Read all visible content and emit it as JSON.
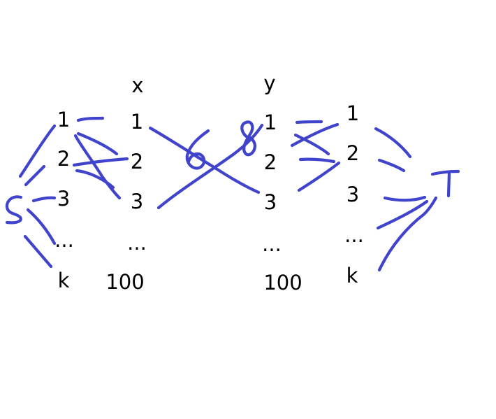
{
  "ink_color": "#4044cc",
  "headers": {
    "x": "x",
    "y": "y"
  },
  "columns": {
    "left_k": [
      "1",
      "2",
      "3",
      "...",
      "k"
    ],
    "x": [
      "1",
      "2",
      "3",
      "...",
      "100"
    ],
    "y": [
      "1",
      "2",
      "3",
      "...",
      "100"
    ],
    "right_k": [
      "1",
      "2",
      "3",
      "...",
      "k"
    ]
  },
  "handwriting": {
    "source": "S",
    "sink": "T",
    "crossing_left": "6",
    "crossing_right": "8"
  }
}
